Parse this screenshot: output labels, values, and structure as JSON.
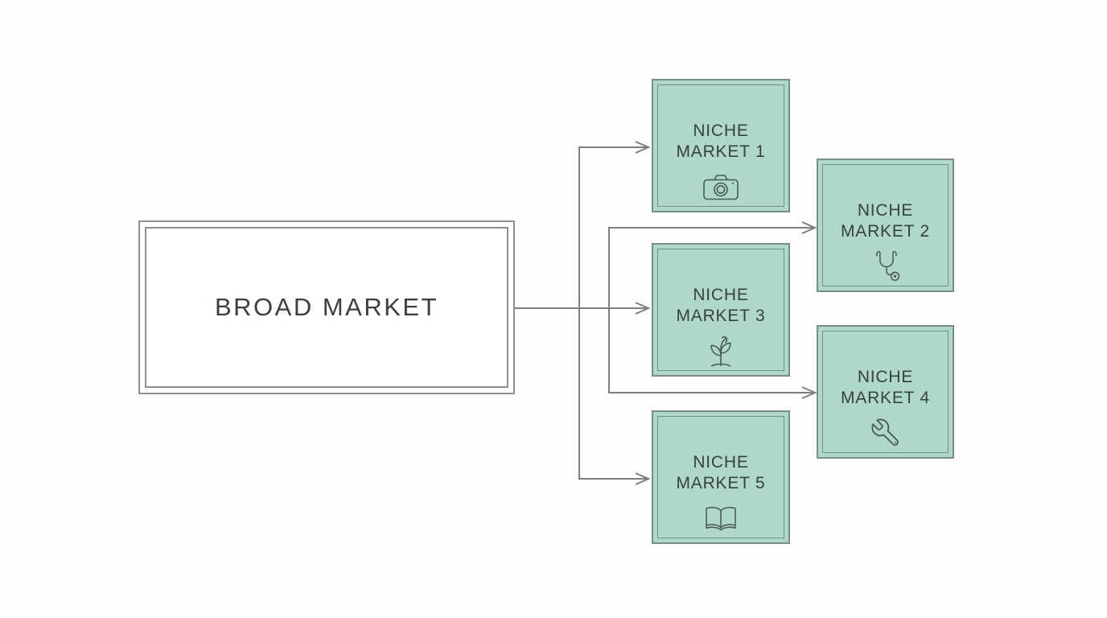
{
  "broad_market": {
    "label": "BROAD MARKET"
  },
  "niche_markets": [
    {
      "label": "NICHE MARKET 1",
      "icon": "camera-icon"
    },
    {
      "label": "NICHE MARKET 2",
      "icon": "stethoscope-icon"
    },
    {
      "label": "NICHE MARKET 3",
      "icon": "plant-icon"
    },
    {
      "label": "NICHE MARKET 4",
      "icon": "wrench-icon"
    },
    {
      "label": "NICHE MARKET 5",
      "icon": "book-icon"
    }
  ],
  "colors": {
    "background": "#fdfdfc",
    "niche_fill": "#aed8ca",
    "niche_border": "#7a8e88",
    "broad_border": "#8e9193",
    "connector": "#7b7f7e",
    "text": "#3a3f42",
    "icon_stroke": "#4c5852"
  }
}
